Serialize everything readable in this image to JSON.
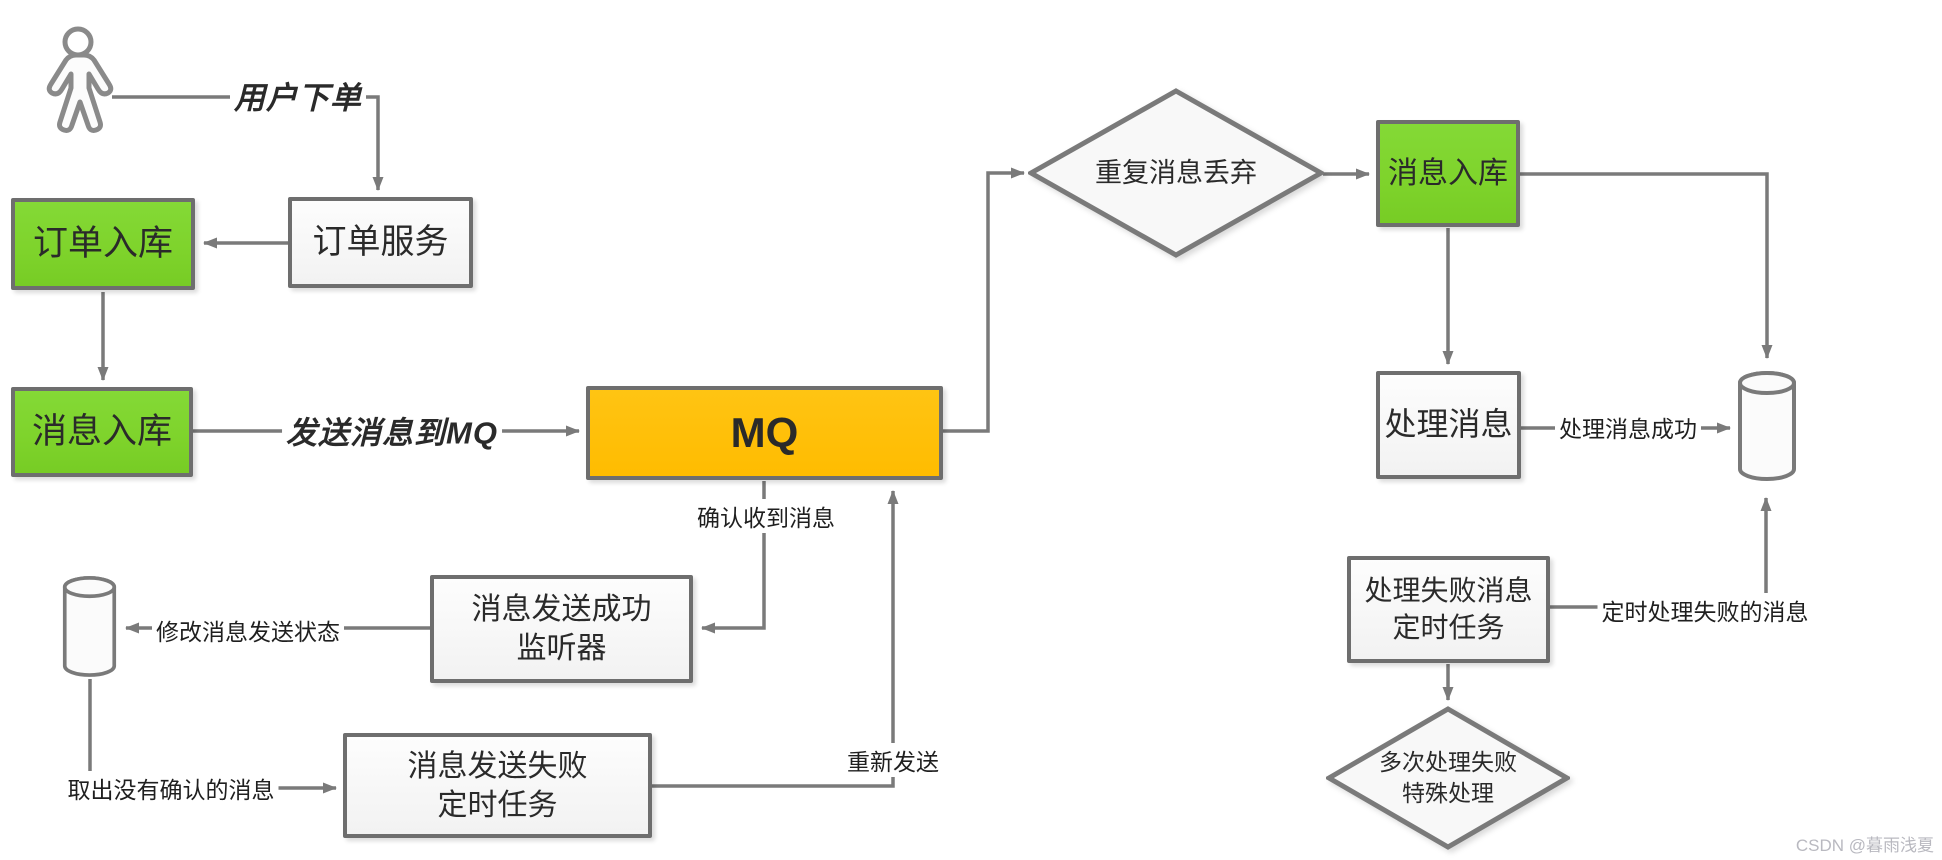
{
  "diagram": {
    "title_hint": "MQ reliable message flow",
    "colors": {
      "node_green": "#7ED32B",
      "node_orange": "#FFBC00",
      "node_white": "#f7f7f7",
      "line_gray": "#7a7a7a",
      "text_dark": "#2a2a2a",
      "watermark_gray": "#b9b9c0"
    },
    "nodes": {
      "order_db": {
        "label": "订单入库"
      },
      "order_service": {
        "label": "订单服务"
      },
      "msg_db_left": {
        "label": "消息入库"
      },
      "mq": {
        "label": "MQ"
      },
      "send_success_listener": {
        "line1": "消息发送成功",
        "line2": "监听器"
      },
      "send_fail_task": {
        "line1": "消息发送失败",
        "line2": "定时任务"
      },
      "dup_discard": {
        "label": "重复消息丢弃"
      },
      "msg_db_right": {
        "label": "消息入库"
      },
      "process_msg": {
        "label": "处理消息"
      },
      "process_fail_task": {
        "line1": "处理失败消息",
        "line2": "定时任务"
      },
      "multi_fail": {
        "line1": "多次处理失败",
        "line2": "特殊处理"
      },
      "db_left": {
        "label": "database"
      },
      "db_right": {
        "label": "database"
      },
      "user": {
        "label": "user"
      }
    },
    "edges": {
      "user_order": "用户下单",
      "send_to_mq": "发送消息到MQ",
      "confirm_received": "确认收到消息",
      "modify_status": "修改消息发送状态",
      "fetch_unconfirmed": "取出没有确认的消息",
      "resend": "重新发送",
      "process_success": "处理消息成功",
      "timed_process_failed": "定时处理失败的消息"
    },
    "watermark": "CSDN @暮雨浅夏"
  }
}
